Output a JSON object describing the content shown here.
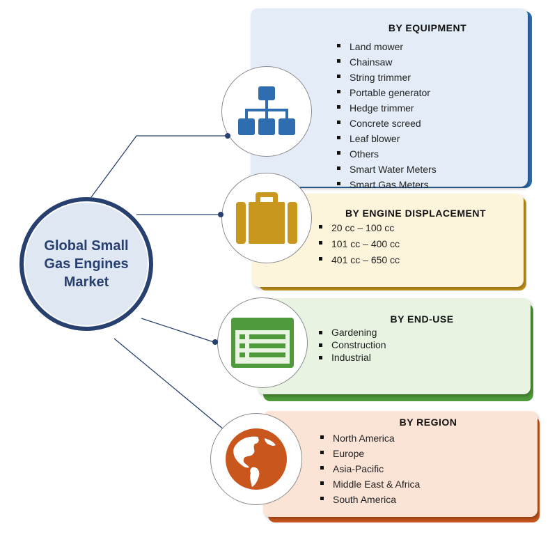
{
  "hub": {
    "title": "Global Small\nGas Engines\nMarket"
  },
  "colors": {
    "navy": "#27406f",
    "equipment": "#2e6db0",
    "displacement": "#c9971e",
    "end_use": "#4f9a3a",
    "region": "#c8561d"
  },
  "segments": [
    {
      "heading": "BY EQUIPMENT",
      "icon": "hierarchy-icon",
      "items": [
        "Land mower",
        "Chainsaw",
        "String trimmer",
        "Portable generator",
        "Hedge trimmer",
        "Concrete screed",
        "Leaf blower",
        "Others",
        "Smart Water Meters",
        "Smart Gas Meters"
      ]
    },
    {
      "heading": "BY ENGINE DISPLACEMENT",
      "icon": "briefcase-icon",
      "items": [
        "20 cc – 100 cc",
        "101 cc – 400 cc",
        "401 cc – 650 cc"
      ]
    },
    {
      "heading": "BY END-USE",
      "icon": "list-icon",
      "items": [
        "Gardening",
        "Construction",
        "Industrial"
      ]
    },
    {
      "heading": "BY REGION",
      "icon": "globe-icon",
      "items": [
        "North America",
        "Europe",
        "Asia-Pacific",
        "Middle East & Africa",
        "South America"
      ]
    }
  ]
}
